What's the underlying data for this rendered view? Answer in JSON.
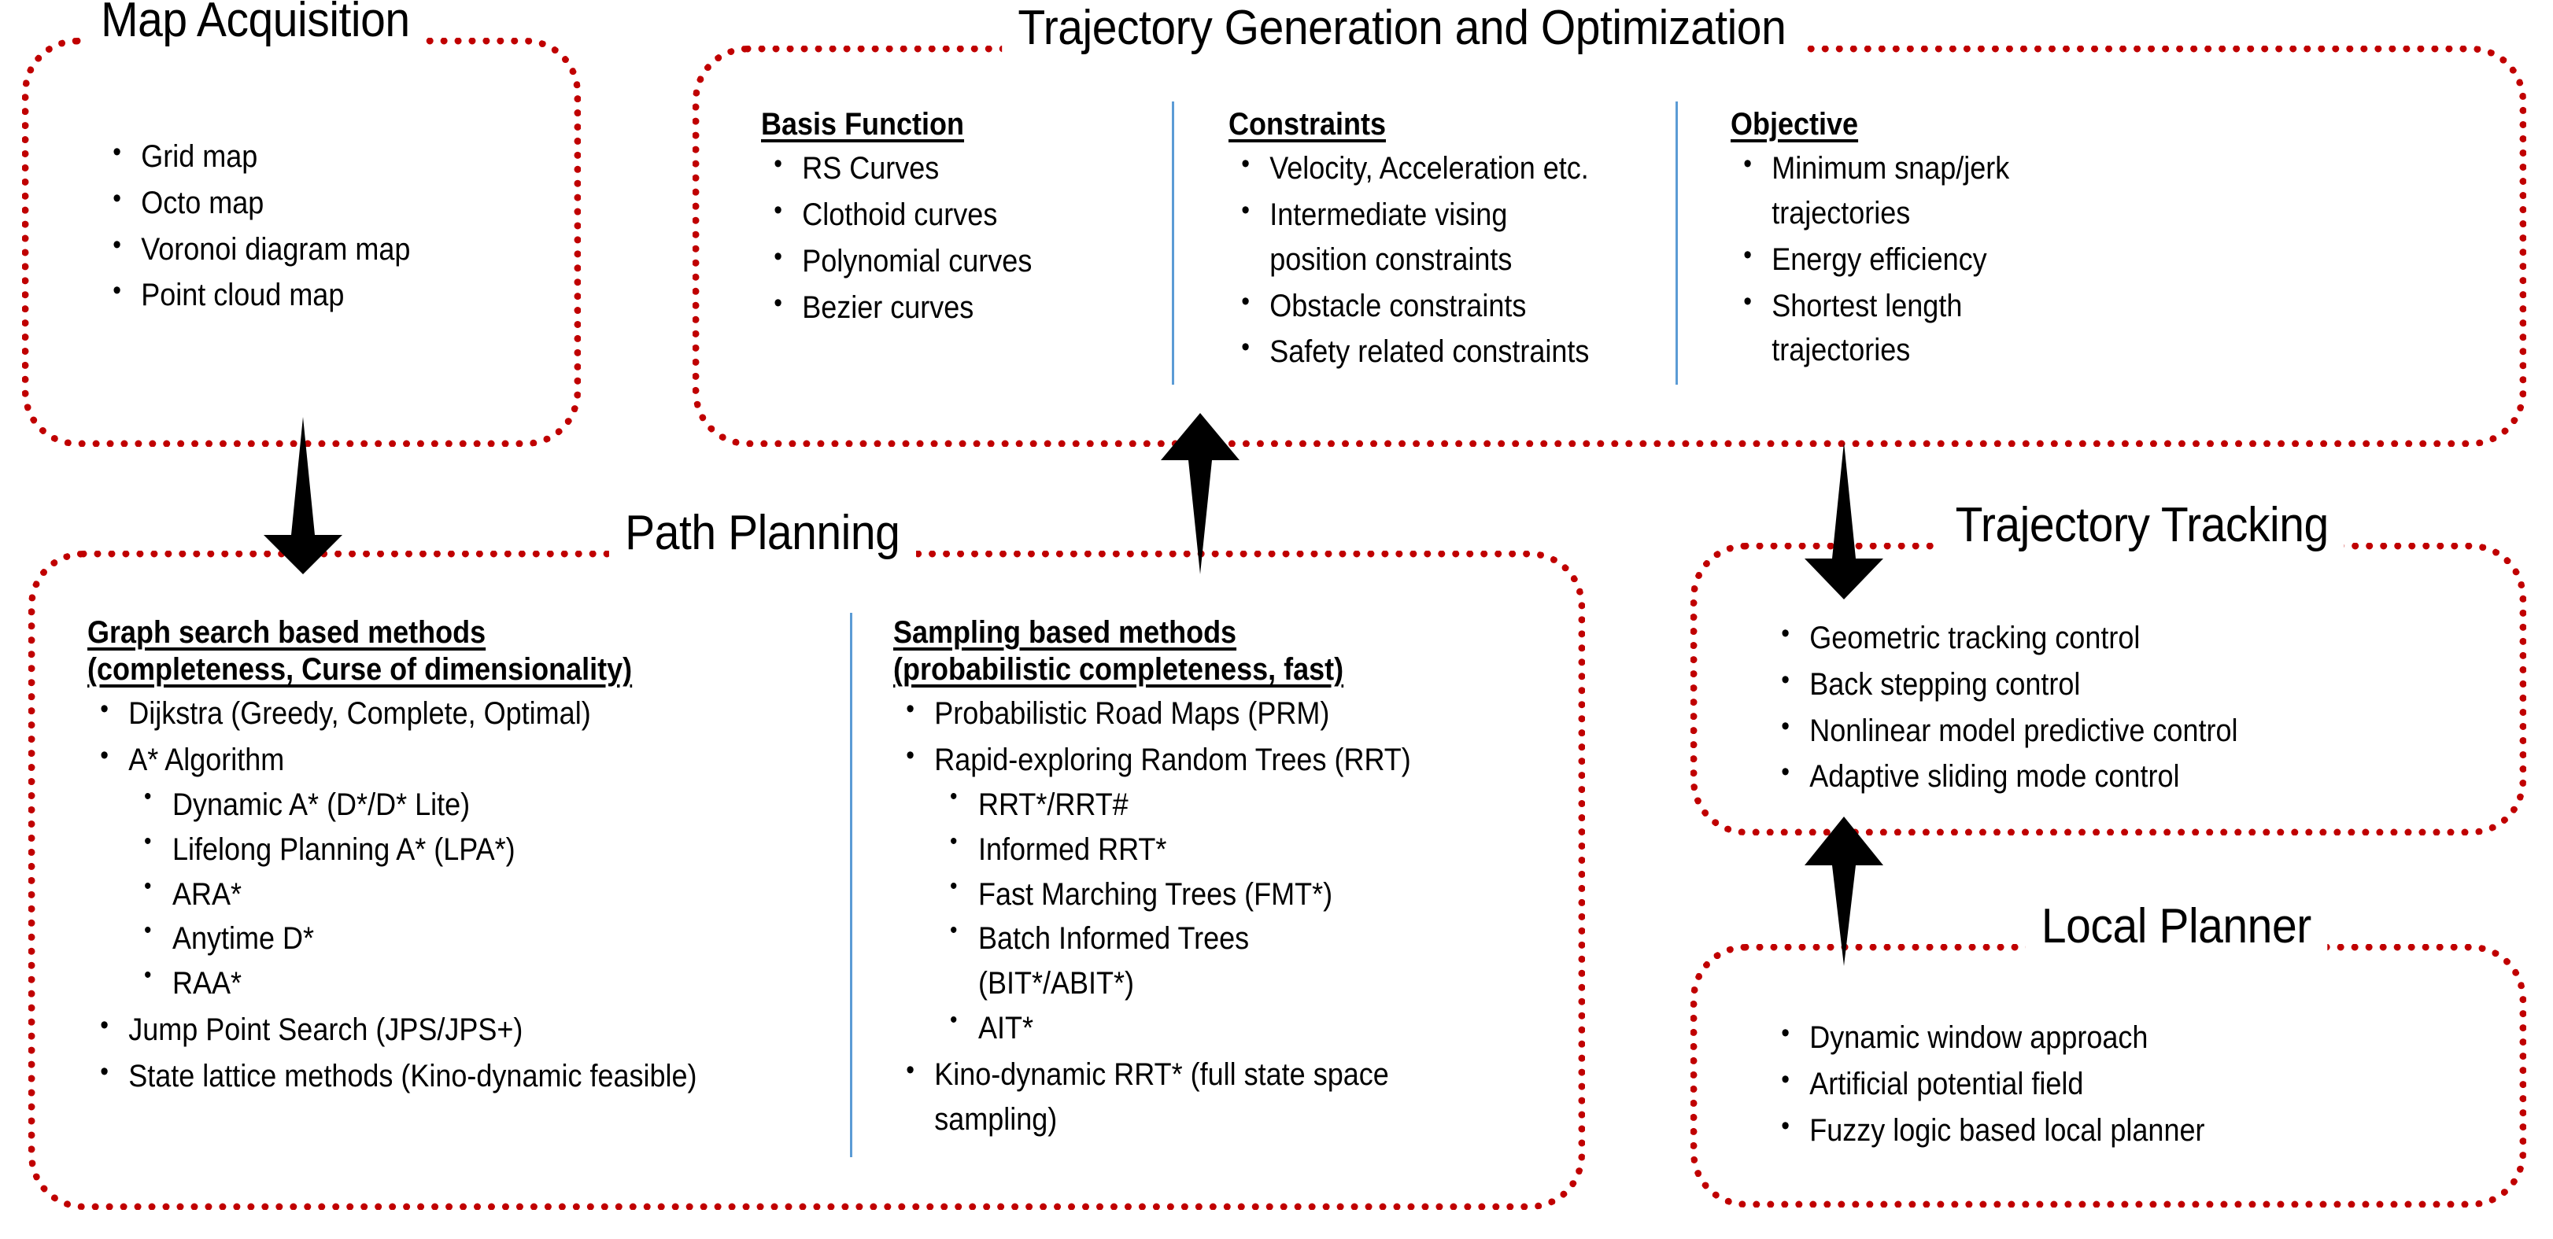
{
  "theme": {
    "border_color": "#C00000",
    "divider_color": "#5B9BD5",
    "arrow_color": "#000000"
  },
  "boxes": {
    "map_acquisition": {
      "title": "Map Acquisition",
      "items": [
        "Grid map",
        "Octo map",
        "Voronoi diagram map",
        "Point cloud map"
      ]
    },
    "trajectory_generation": {
      "title": "Trajectory Generation and Optimization",
      "columns": [
        {
          "header": "Basis Function",
          "items": [
            "RS Curves",
            "Clothoid curves",
            "Polynomial curves",
            "Bezier curves"
          ]
        },
        {
          "header": "Constraints",
          "items": [
            "Velocity, Acceleration etc.",
            "Intermediate vising position constraints",
            "Obstacle constraints",
            "Safety related constraints"
          ]
        },
        {
          "header": "Objective",
          "items": [
            "Minimum snap/jerk trajectories",
            "Energy efficiency",
            "Shortest length trajectories"
          ]
        }
      ]
    },
    "path_planning": {
      "title": "Path Planning",
      "columns": [
        {
          "header_line1": "Graph search based methods",
          "header_line2": "(completeness, Curse of dimensionality)",
          "items": [
            {
              "text": "Dijkstra (Greedy, Complete, Optimal)"
            },
            {
              "text": "A* Algorithm",
              "sub": [
                "Dynamic A* (D*/D* Lite)",
                "Lifelong Planning A* (LPA*)",
                "ARA*",
                "Anytime D*",
                "RAA*"
              ]
            },
            {
              "text": "Jump Point Search (JPS/JPS+)"
            },
            {
              "text": "State lattice methods (Kino-dynamic feasible)"
            }
          ]
        },
        {
          "header_line1": "Sampling based methods",
          "header_line2": "(probabilistic completeness, fast)",
          "items": [
            {
              "text": "Probabilistic Road Maps (PRM)"
            },
            {
              "text": "Rapid-exploring Random Trees (RRT)",
              "sub": [
                "RRT*/RRT#",
                "Informed RRT*",
                "Fast Marching Trees (FMT*)",
                "Batch Informed Trees (BIT*/ABIT*)",
                "AIT*"
              ]
            },
            {
              "text": "Kino-dynamic RRT* (full state space sampling)"
            }
          ]
        }
      ]
    },
    "trajectory_tracking": {
      "title": "Trajectory Tracking",
      "items": [
        "Geometric tracking control",
        "Back stepping control",
        "Nonlinear model predictive control",
        "Adaptive sliding mode control"
      ]
    },
    "local_planner": {
      "title": "Local Planner",
      "items": [
        "Dynamic window approach",
        "Artificial potential field",
        "Fuzzy logic based local planner"
      ]
    }
  },
  "arrows": [
    {
      "name": "map-to-path",
      "direction": "down"
    },
    {
      "name": "path-to-trajectory-generation",
      "direction": "up"
    },
    {
      "name": "path-to-trajectory-tracking",
      "direction": "down"
    },
    {
      "name": "local-planner-to-trajectory-tracking",
      "direction": "up"
    }
  ]
}
